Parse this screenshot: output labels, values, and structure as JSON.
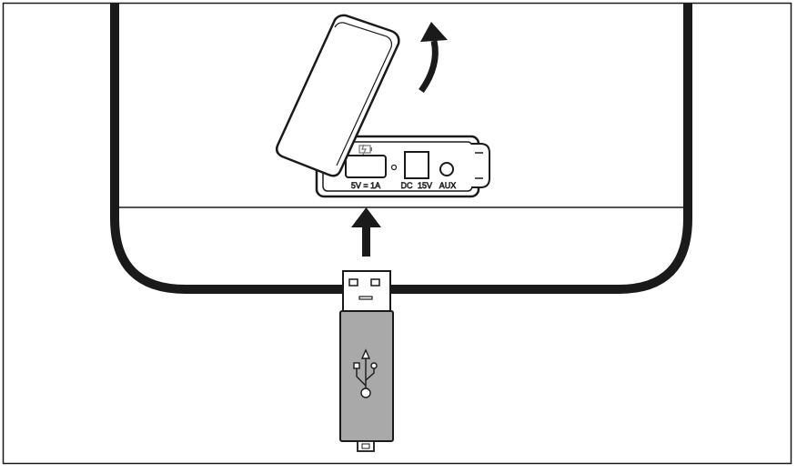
{
  "port_panel": {
    "usb_label": "5V = 1A",
    "dc_label": "DC",
    "dc_voltage_label": "15V",
    "aux_label": "AUX",
    "charge_icon": "battery-charging-icon"
  },
  "arrows": {
    "lid_arrow": "curved-arrow-up-icon",
    "insert_arrow": "arrow-up-icon"
  },
  "usb_drive": {
    "symbol": "usb-symbol-icon"
  },
  "colors": {
    "outline": "#1a1a1a",
    "drive_body": "#a9a9a9",
    "background": "#ffffff"
  }
}
